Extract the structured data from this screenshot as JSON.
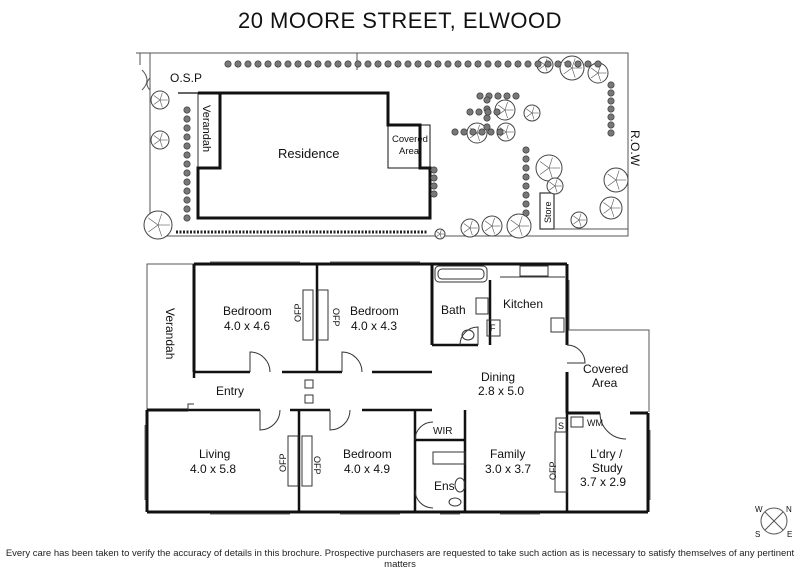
{
  "title": "20 MOORE STREET, ELWOOD",
  "site_plan": {
    "osp": "O.S.P",
    "verandah": "Verandah",
    "residence": "Residence",
    "covered_area": [
      "Covered",
      "Area"
    ],
    "store": "Store",
    "row": "R.O.W"
  },
  "rooms": {
    "bedroom1": {
      "name": "Bedroom",
      "size": "4.0 x 4.6"
    },
    "bedroom2": {
      "name": "Bedroom",
      "size": "4.0 x 4.3"
    },
    "bedroom3": {
      "name": "Bedroom",
      "size": "4.0 x 4.9"
    },
    "living": {
      "name": "Living",
      "size": "4.0 x 5.8"
    },
    "dining": {
      "name": "Dining",
      "size": "2.8 x 5.0"
    },
    "family": {
      "name": "Family",
      "size": "3.0 x 3.7"
    },
    "laundry": {
      "name": "L'dry /",
      "name2": "Study",
      "size": "3.7 x 2.9"
    },
    "verandah": "Verandah",
    "entry": "Entry",
    "bath": "Bath",
    "kitchen": "Kitchen",
    "covered_area": [
      "Covered",
      "Area"
    ],
    "wir": "WIR",
    "ens": "Ens"
  },
  "labels": {
    "ofp": "OFP",
    "fridge": "F",
    "wm": "WM",
    "sink": "S"
  },
  "compass": {
    "n": "N",
    "s": "S",
    "e": "E",
    "w": "W"
  },
  "disclaimer": "Every care has been taken to verify the accuracy of details in this brochure. Prospective purchasers are requested to take such action as is necessary to satisfy themselves of any pertinent matters"
}
